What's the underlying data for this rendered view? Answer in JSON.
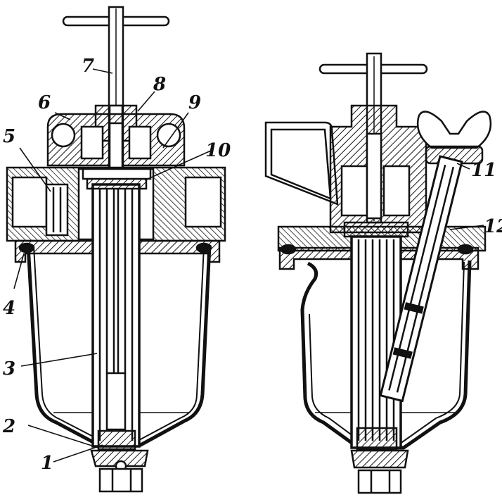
{
  "colors": {
    "ink": "#111111",
    "paper": "#ffffff"
  },
  "callouts": [
    "1",
    "2",
    "3",
    "4",
    "5",
    "6",
    "7",
    "8",
    "9",
    "10",
    "11",
    "12"
  ]
}
